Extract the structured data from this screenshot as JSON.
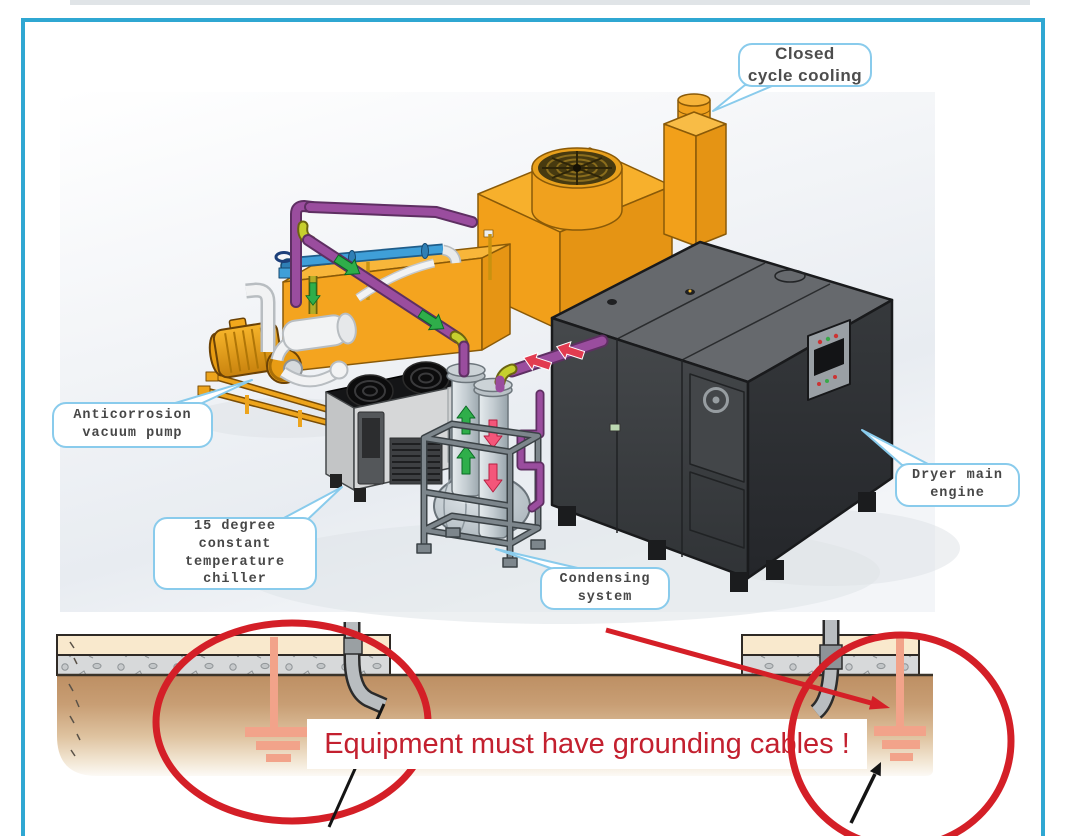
{
  "callouts": {
    "closed_cycle_cooling": {
      "label": "Closed\ncycle cooling"
    },
    "anticorrosion_vacuum_pump": {
      "label": "Anticorrosion\nvacuum pump"
    },
    "constant_temp_chiller": {
      "label": "15 degree\nconstant\ntemperature\nchiller"
    },
    "condensing_system": {
      "label": "Condensing\nsystem"
    },
    "dryer_main_engine": {
      "label": "Dryer main\nengine"
    }
  },
  "warning": {
    "text": "Equipment must have grounding cables !"
  },
  "icons": {
    "grounding_left": "earth-ground-symbol",
    "grounding_right": "earth-ground-symbol",
    "highlight_left": "red-ellipse-highlight",
    "highlight_right": "red-ellipse-highlight",
    "red_arrow": "arrow-pointer",
    "black_arrow": "arrow-pointer"
  },
  "colors": {
    "frame_border": "#2fa7d2",
    "callout_border": "#89cbec",
    "machine_orange": "#f4a41f",
    "dryer_dark": "#3b3e41",
    "pipe_purple": "#9a4d9e",
    "pipe_blue": "#3f9fd8",
    "flow_green": "#2fae4a",
    "flow_pink": "#f4567a",
    "highlight_red": "#d51f27",
    "warning_text_red": "#c3202f",
    "ground_rod_salmon": "#f2a38a",
    "soil_brown": "#c09166"
  }
}
